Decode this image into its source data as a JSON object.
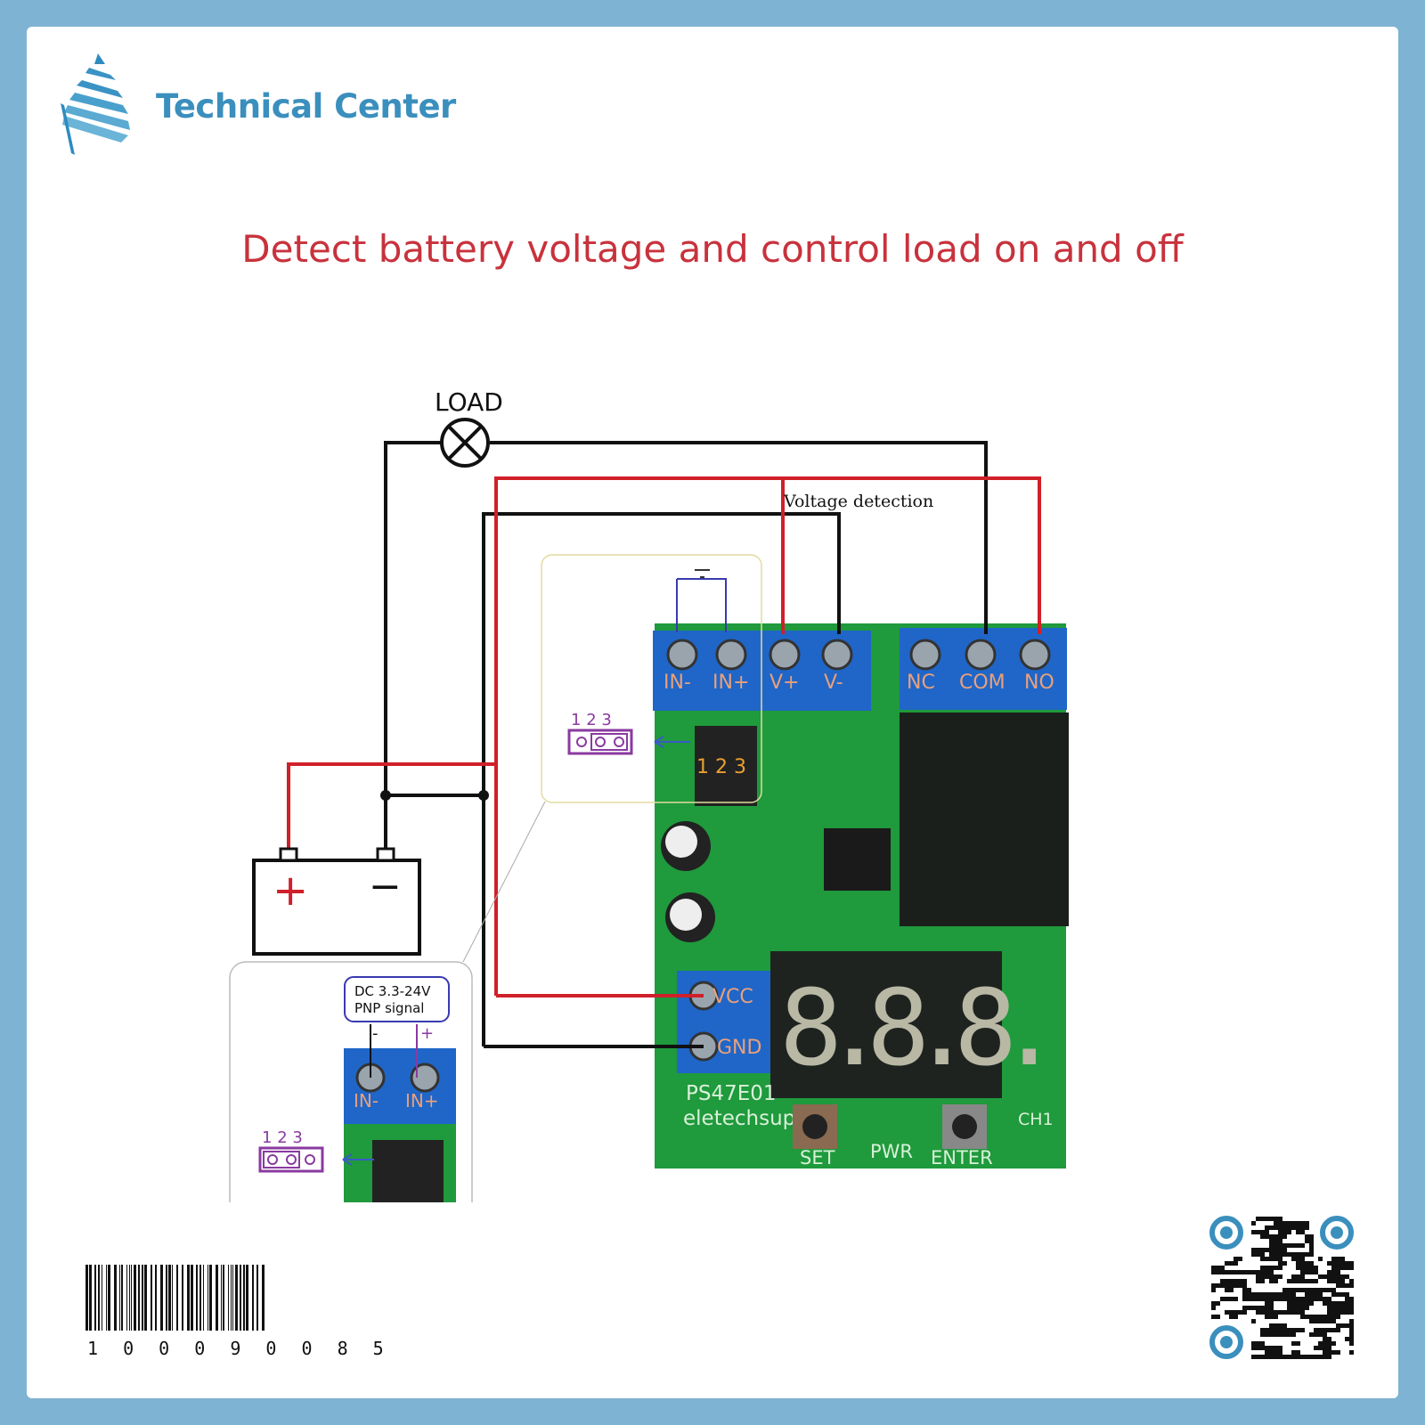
{
  "brand": {
    "name": "Technical Center",
    "logo_icon": "striped-triangle-logo"
  },
  "headline": "Detect battery voltage and control load on and off",
  "diagram": {
    "load_label": "LOAD",
    "voltage_detection_label": "Voltage detection",
    "terminals_top": [
      "IN-",
      "IN+",
      "V+",
      "V-",
      "NC",
      "COM",
      "NO"
    ],
    "power_terminals": [
      "VCC",
      "GND"
    ],
    "jumper_numbers": [
      "1",
      "2",
      "3"
    ],
    "board_jumper_numbers": [
      "1",
      "2",
      "3"
    ],
    "battery_plus": "+",
    "battery_minus": "−",
    "signal_box": {
      "line1": "DC 3.3-24V",
      "line2": "PNP signal",
      "minus": "-",
      "plus": "+"
    },
    "inset_terminals": [
      "IN-",
      "IN+"
    ],
    "board_model": "PS47E01",
    "board_brand": "eletechsup",
    "display_digits": "8.8.8.",
    "buttons": [
      "SET",
      "ENTER"
    ],
    "led_labels": [
      "PWR",
      "CH1"
    ],
    "colors": {
      "wire_red": "#d0202a",
      "wire_black": "#111111",
      "pcb": "#1f9a3c",
      "terminal": "#1f66c8",
      "frame": "#7fb3d3"
    }
  },
  "barcode": {
    "number": "1 0 0 0 9 0 0 8 5"
  },
  "qr_code": {
    "icon": "qr-code"
  }
}
